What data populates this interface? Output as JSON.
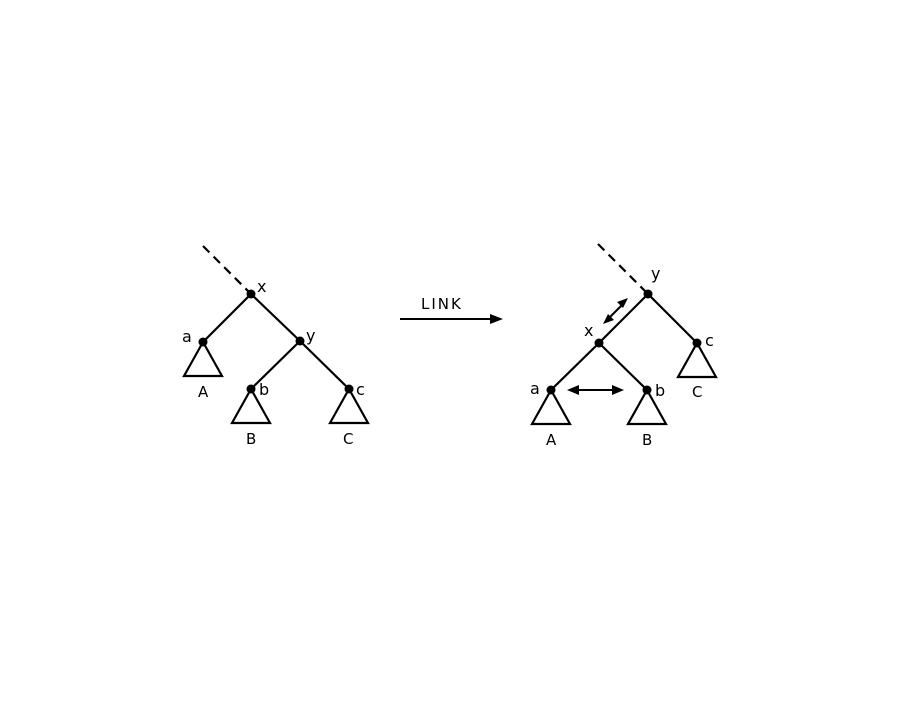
{
  "operation": {
    "label": "LINK"
  },
  "before_tree": {
    "nodes": {
      "x": "x",
      "y": "y",
      "a": "a",
      "b": "b",
      "c": "c"
    },
    "subtrees": {
      "A": "A",
      "B": "B",
      "C": "C"
    }
  },
  "after_tree": {
    "nodes": {
      "x": "x",
      "y": "y",
      "a": "a",
      "b": "b",
      "c": "c"
    },
    "subtrees": {
      "A": "A",
      "B": "B",
      "C": "C"
    }
  },
  "colors": {
    "ink": "#000000",
    "background": "#ffffff"
  }
}
